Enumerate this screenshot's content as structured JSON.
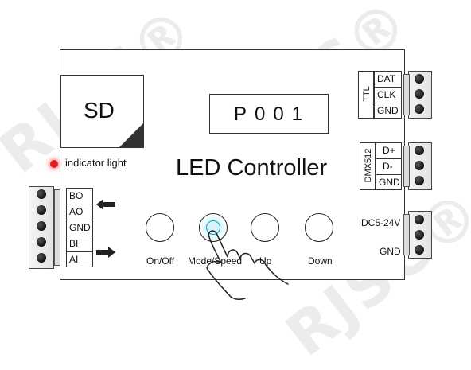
{
  "watermark": "RJSC®",
  "sd_card": {
    "label": "SD"
  },
  "display": {
    "value": "P001"
  },
  "title": "LED Controller",
  "indicator": {
    "label": "indicator light",
    "color": "#e02020"
  },
  "buttons": [
    {
      "label": "On/Off"
    },
    {
      "label": "Mode/Speed",
      "active": true
    },
    {
      "label": "Up"
    },
    {
      "label": "Down"
    }
  ],
  "ttl": {
    "label": "TTL",
    "pins": [
      "DAT",
      "CLK",
      "GND"
    ]
  },
  "dmx": {
    "label": "DMX512",
    "pins": [
      "D+",
      "D-",
      "GND"
    ]
  },
  "left_port": {
    "pins": [
      "BO",
      "AO",
      "GND",
      "BI",
      "AI"
    ]
  },
  "power": {
    "top_label": "DC5-24V",
    "bottom_label": "GND"
  },
  "colors": {
    "accent": "#00a6c8",
    "stroke": "#333333"
  }
}
